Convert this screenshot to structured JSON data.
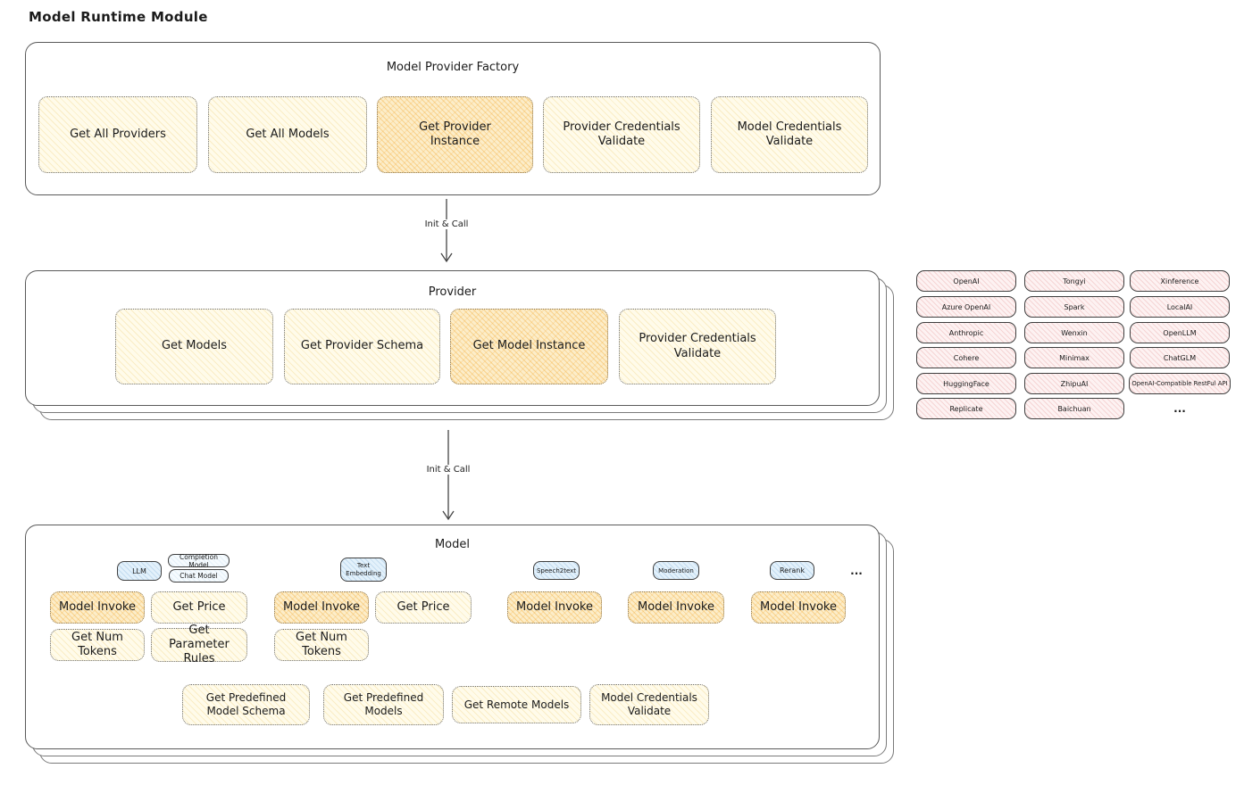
{
  "title": "Model Runtime Module",
  "colors": {
    "yellow_fill": "#fffbea",
    "orange_highlight_fill": "#fcedc9",
    "pink_fill": "#fdf2f2",
    "blue_fill": "#e3f1fb",
    "border_dark": "#5a5a5a",
    "text": "#1b1b1b"
  },
  "arrow1": {
    "label": "Init & Call"
  },
  "arrow2": {
    "label": "Init & Call"
  },
  "factory": {
    "title": "Model Provider Factory",
    "items": [
      {
        "label": "Get All Providers",
        "highlight": false
      },
      {
        "label": "Get All Models",
        "highlight": false
      },
      {
        "label": "Get Provider Instance",
        "highlight": true
      },
      {
        "label": "Provider Credentials Validate",
        "highlight": false
      },
      {
        "label": "Model Credentials Validate",
        "highlight": false
      }
    ]
  },
  "provider": {
    "title": "Provider",
    "items": [
      {
        "label": "Get Models",
        "highlight": false
      },
      {
        "label": "Get Provider Schema",
        "highlight": false
      },
      {
        "label": "Get Model Instance",
        "highlight": true
      },
      {
        "label": "Provider Credentials Validate",
        "highlight": false
      }
    ]
  },
  "providers_grid": {
    "columns": [
      [
        "OpenAI",
        "Azure OpenAI",
        "Anthropic",
        "Cohere",
        "HuggingFace",
        "Replicate"
      ],
      [
        "Tongyi",
        "Spark",
        "Wenxin",
        "Minimax",
        "ZhipuAI",
        "Baichuan"
      ],
      [
        "Xinference",
        "LocalAI",
        "OpenLLM",
        "ChatGLM",
        "OpenAI-Compatible RestFul API",
        "..."
      ]
    ]
  },
  "model": {
    "title": "Model",
    "ellipsis": "...",
    "tabs": {
      "llm": "LLM",
      "completion": "Completion Model",
      "chat": "Chat Model",
      "text_embedding": "Text Embedding",
      "speech2text": "Speech2text",
      "moderation": "Moderation",
      "rerank": "Rerank"
    },
    "llm": {
      "row1": [
        "Model Invoke",
        "Get Price"
      ],
      "row2": [
        "Get Num Tokens",
        "Get Parameter Rules"
      ]
    },
    "text_embedding": {
      "row1": [
        "Model Invoke",
        "Get Price"
      ],
      "row2": [
        "Get Num Tokens"
      ]
    },
    "speech2text": {
      "row1": [
        "Model Invoke"
      ]
    },
    "moderation": {
      "row1": [
        "Model Invoke"
      ]
    },
    "rerank": {
      "row1": [
        "Model Invoke"
      ]
    },
    "bottom": [
      "Get Predefined Model Schema",
      "Get Predefined Models",
      "Get Remote Models",
      "Model Credentials Validate"
    ]
  }
}
